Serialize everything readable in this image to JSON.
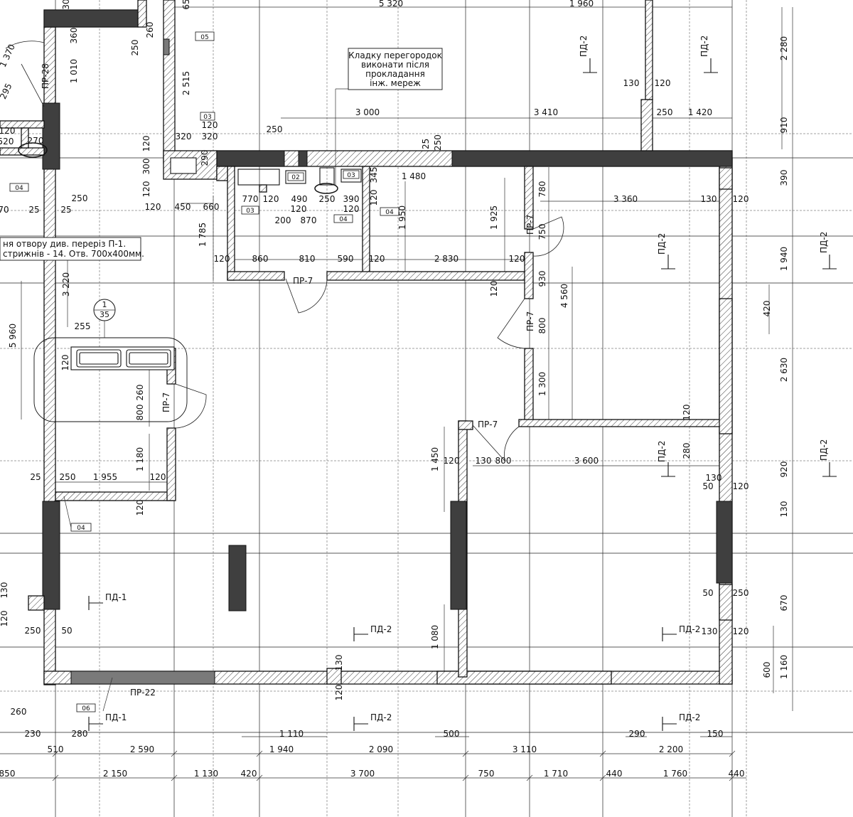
{
  "note": {
    "lines": [
      "Кладку перегородок",
      "виконати після",
      "прокладання",
      "інж. мереж"
    ]
  },
  "side_note": {
    "lines": [
      "ня отвору див. переріз П-1.",
      "стрижнів - 14. Отв. 700х400мм."
    ]
  },
  "section_marker": {
    "top": "1",
    "bottom": "35"
  },
  "tags": [
    "05",
    "03",
    "02",
    "03",
    "03",
    "04",
    "04",
    "04",
    "06"
  ],
  "labels": {
    "pr28": "ПР-28",
    "pr7": "ПР-7",
    "pr22": "ПР-22",
    "pd1": "ПД-1",
    "pd2": "ПД-2"
  },
  "dims": {
    "top": [
      "5 320",
      "1 960",
      "3 000",
      "3 410",
      "250",
      "1 420",
      "25",
      "250"
    ],
    "right": [
      "2 280",
      "910",
      "390",
      "1 940",
      "420",
      "2 630",
      "920",
      "130",
      "670",
      "1 160",
      "600"
    ],
    "left": [
      "1 370",
      "1 010",
      "360",
      "250",
      "295",
      "520",
      "120",
      "270",
      "70",
      "25",
      "25",
      "250",
      "3 220",
      "5 960",
      "255",
      "120",
      "25",
      "250",
      "1 955",
      "120",
      "130",
      "120",
      "250",
      "50"
    ],
    "upper_rooms": [
      "320",
      "120",
      "320",
      "120",
      "300",
      "290",
      "250",
      "120",
      "450",
      "660",
      "2 515",
      "260",
      "65",
      "30",
      "120",
      "770",
      "120",
      "490",
      "250",
      "390",
      "120",
      "120",
      "200",
      "870",
      "345",
      "120",
      "1 480",
      "1 950",
      "1 785",
      "120",
      "860",
      "810",
      "590",
      "120",
      "2 830",
      "120",
      "1 925",
      "780",
      "750",
      "930",
      "800",
      "4 560",
      "1 300",
      "120",
      "3 360",
      "130",
      "120",
      "130",
      "120"
    ],
    "middle": [
      "800",
      "260",
      "1 180",
      "120",
      "1 450",
      "120",
      "130",
      "800",
      "3 600",
      "280",
      "120",
      "130",
      "50",
      "120",
      "50",
      "250",
      "130",
      "120",
      "1 080"
    ],
    "bottom_inner": [
      "130",
      "120",
      "260",
      "230",
      "280",
      "1 110",
      "500",
      "290",
      "150"
    ],
    "bottom_row1": [
      "510",
      "2 590",
      "1 940",
      "2 090",
      "3 110",
      "2 200"
    ],
    "bottom_row2": [
      "850",
      "2 150",
      "1 130",
      "420",
      "3 700",
      "750",
      "1 710",
      "440",
      "1 760",
      "440"
    ]
  }
}
